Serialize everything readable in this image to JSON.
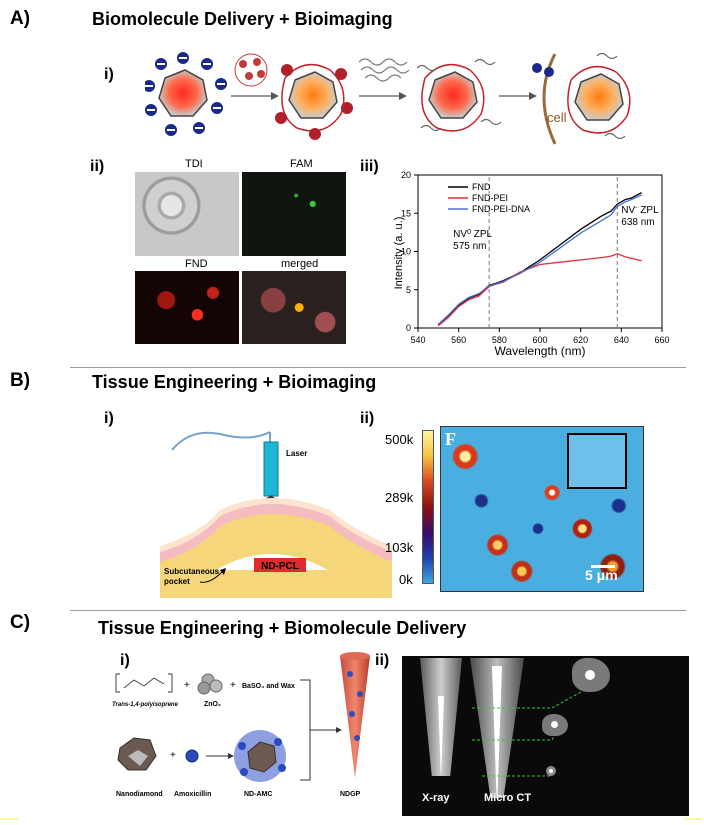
{
  "sectionA": {
    "letter": "A)",
    "title": "Biomolecule Delivery + Bioimaging",
    "panel_i": "i)",
    "panel_ii": "ii)",
    "panel_iii": "iii)",
    "cell_label": "cell",
    "micro_labels": [
      "TDI",
      "FAM",
      "FND",
      "merged"
    ],
    "chart_data": {
      "type": "line",
      "xlabel": "Wavelength (nm)",
      "ylabel": "Intensity (a. u.)",
      "xlim": [
        540,
        660
      ],
      "ylim": [
        0,
        20
      ],
      "xticks": [
        540,
        560,
        580,
        600,
        620,
        640,
        660
      ],
      "yticks": [
        0,
        5,
        10,
        15,
        20
      ],
      "legend_position": "top-left",
      "grid": false,
      "series": [
        {
          "name": "FND",
          "color": "#000000",
          "x": [
            550,
            555,
            560,
            565,
            570,
            575,
            578,
            582,
            590,
            600,
            610,
            620,
            630,
            635,
            638,
            642,
            645,
            650
          ],
          "y": [
            0.4,
            1.6,
            3.0,
            3.9,
            4.4,
            5.6,
            5.8,
            6.2,
            7.2,
            8.9,
            10.9,
            12.9,
            14.6,
            15.3,
            16.2,
            16.8,
            17.0,
            17.7
          ]
        },
        {
          "name": "FND-PEI",
          "color": "#e0303a",
          "x": [
            550,
            555,
            560,
            565,
            570,
            575,
            578,
            582,
            590,
            600,
            610,
            620,
            630,
            635,
            638,
            642,
            645,
            650
          ],
          "y": [
            0.3,
            1.4,
            2.8,
            3.7,
            4.2,
            5.4,
            5.7,
            6.0,
            7.3,
            8.3,
            8.6,
            8.9,
            9.2,
            9.4,
            9.7,
            9.3,
            9.1,
            8.8
          ]
        },
        {
          "name": "FND-PEI-DNA",
          "color": "#4b6fd4",
          "x": [
            550,
            555,
            560,
            565,
            570,
            575,
            578,
            582,
            590,
            600,
            610,
            620,
            630,
            635,
            638,
            642,
            645,
            650
          ],
          "y": [
            0.5,
            1.7,
            3.1,
            4.0,
            4.5,
            5.5,
            5.7,
            6.1,
            7.1,
            8.6,
            10.5,
            12.4,
            14.0,
            14.8,
            15.9,
            16.5,
            16.8,
            17.4
          ]
        }
      ],
      "annotations": [
        {
          "text_main": "NV",
          "text_sup": "0",
          "text_rest": " ZPL",
          "text_line2": "575 nm",
          "x": 575
        },
        {
          "text_main": "NV",
          "text_sup": "-",
          "text_rest": " ZPL",
          "text_line2": "638 nm",
          "x": 638
        }
      ]
    }
  },
  "sectionB": {
    "letter": "B)",
    "title": "Tissue Engineering + Bioimaging",
    "panel_i": "i)",
    "panel_ii": "ii)",
    "laser_label": "Laser",
    "implant_label": "ND-PCL",
    "pocket_label_1": "Subcutaneous",
    "pocket_label_2": "pocket",
    "colorbar_ticks": [
      "500k",
      "289k",
      "103k",
      "0k"
    ],
    "scale_label": "5 μm"
  },
  "sectionC": {
    "letter": "C)",
    "title": "Tissue Engineering + Biomolecule Delivery",
    "panel_i": "i)",
    "panel_ii": "ii)",
    "polymer_label": "Trans-1,4-polyisoprene",
    "zno_label": "ZnO₂",
    "baso_label": "BaSO₄ and Wax",
    "nd_label": "Nanodiamond",
    "amox_label": "Amoxicillin",
    "ndamc_label": "ND-AMC",
    "ndgp_label": "NDGP",
    "plus": "+",
    "xray_label": "X-ray",
    "microct_label": "Micro CT"
  }
}
